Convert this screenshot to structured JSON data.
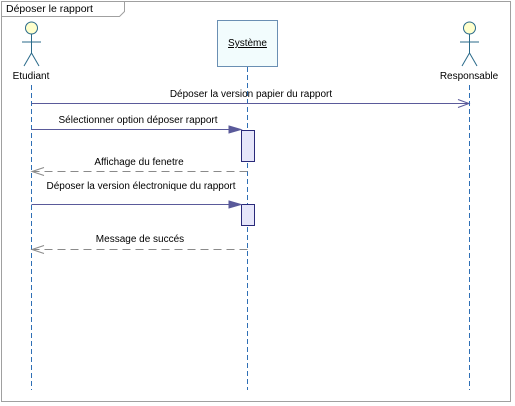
{
  "frame": {
    "title": "Déposer le rapport"
  },
  "participants": [
    {
      "id": "etudiant",
      "label": "Etudiant",
      "kind": "actor"
    },
    {
      "id": "systeme",
      "label": "Système",
      "kind": "object"
    },
    {
      "id": "responsable",
      "label": "Responsable",
      "kind": "actor"
    }
  ],
  "messages": [
    {
      "label": "Déposer la version papier du rapport",
      "from": "etudiant",
      "to": "responsable",
      "style": "sync"
    },
    {
      "label": "Sélectionner option déposer rapport",
      "from": "etudiant",
      "to": "systeme",
      "style": "sync"
    },
    {
      "label": "Affichage du fenetre",
      "from": "systeme",
      "to": "etudiant",
      "style": "return"
    },
    {
      "label": "Déposer la version électronique du rapport",
      "from": "etudiant",
      "to": "systeme",
      "style": "sync"
    },
    {
      "label": "Message de succés",
      "from": "systeme",
      "to": "etudiant",
      "style": "return"
    }
  ],
  "colors": {
    "frame_border": "#a0a0a0",
    "lifeline": "#2e6fb5",
    "message_line": "#5a5a9a",
    "return_line": "#8a8a8a",
    "activation_fill": "#e6e6fa",
    "activation_border": "#2a2a7a",
    "actor_head_fill": "#ffffcc",
    "actor_stroke": "#2a6a8a",
    "system_fill": "#f2fcfd"
  }
}
